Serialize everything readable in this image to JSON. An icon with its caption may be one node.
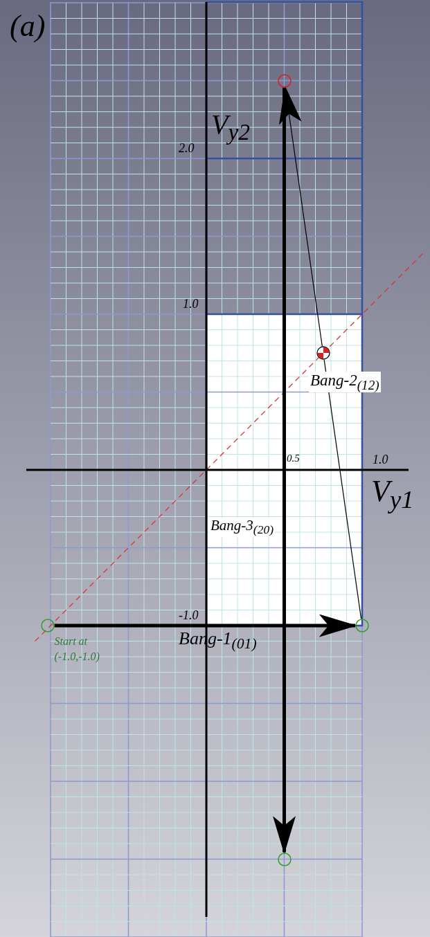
{
  "diagram": {
    "nodes": [
      {
        "text": [],
        "shape": "circle",
        "beside": [
          "Start at (-1.0,-1.0)"
        ]
      },
      {
        "text": [],
        "shape": "circle"
      },
      {
        "text": [],
        "shape": "circle"
      },
      {
        "text": [],
        "shape": "circle"
      },
      {
        "text": [],
        "shape": "circle"
      }
    ],
    "edges": [
      {
        "from": 0,
        "to": 1,
        "arrow": "to",
        "label": "Bang-1$_{(01)}$",
        "style": "thick"
      },
      {
        "from": 1,
        "to": 2,
        "arrow": "none",
        "label": "Bang-2$_{(12)}$"
      },
      {
        "from": 2,
        "to": 3,
        "arrow": "to"
      },
      {
        "from": 3,
        "to": 4,
        "arrow": "to",
        "label": "Bang-3$_{(20)}$",
        "style": "thick"
      }
    ],
    "labels": [
      "(a)",
      "V$_{y2}$",
      "2.0",
      "1.0",
      "0.5",
      "1.0",
      "V$_{y1}$",
      "-1.0"
    ]
  }
}
